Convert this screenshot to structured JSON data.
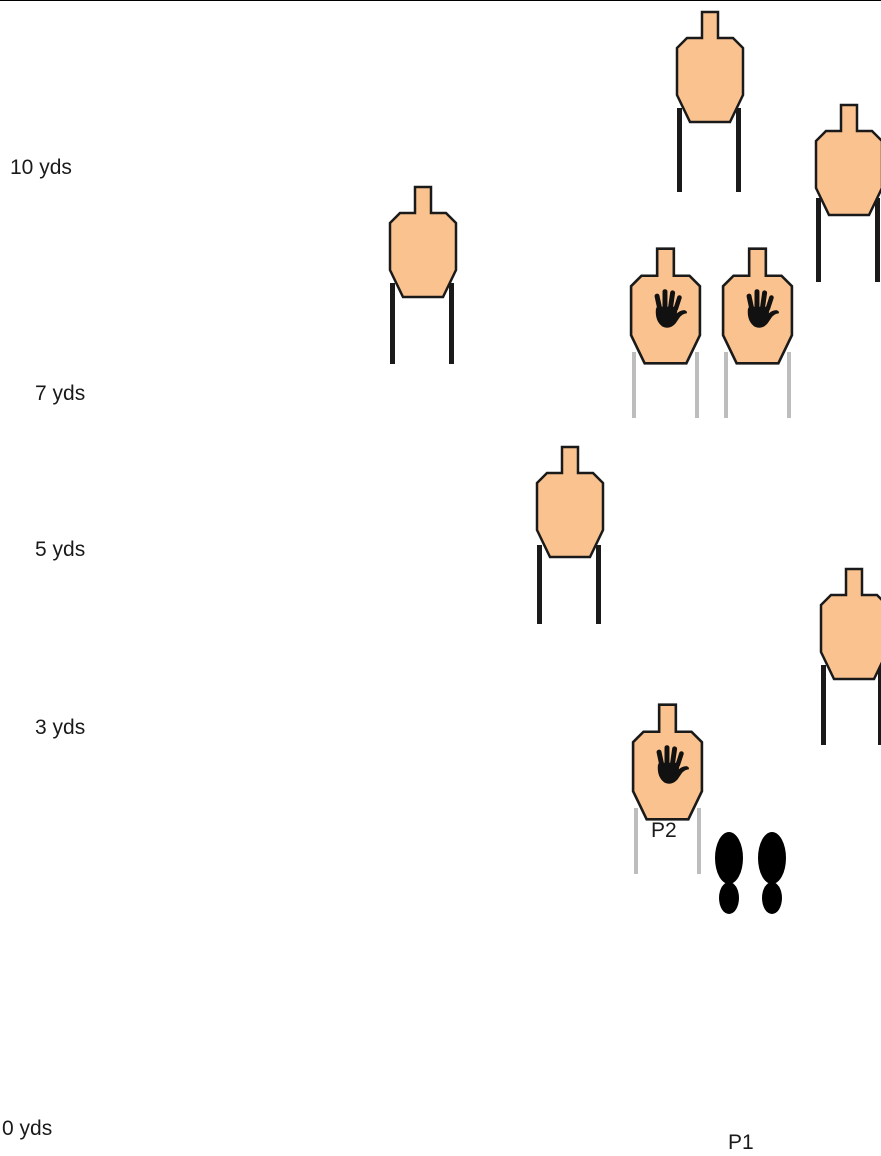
{
  "distance_labels": {
    "ten": "10 yds",
    "seven": "7 yds",
    "five": "5 yds",
    "three": "3 yds",
    "zero": "0 yds"
  },
  "position_labels": {
    "p1": "P1",
    "p2": "P2"
  },
  "colors": {
    "target_fill": "#f9c28e",
    "target_stroke": "#1a1a1a",
    "stand_dark": "#1a1a1a",
    "stand_light": "#bdbdbd",
    "no_shoot_hand": "#111111",
    "footprint": "#000000"
  },
  "targets": [
    {
      "id": "shoot-target-1",
      "kind": "shoot"
    },
    {
      "id": "shoot-target-2",
      "kind": "shoot"
    },
    {
      "id": "shoot-target-3",
      "kind": "shoot"
    },
    {
      "id": "no-shoot-target-1",
      "kind": "no-shoot"
    },
    {
      "id": "no-shoot-target-2",
      "kind": "no-shoot"
    },
    {
      "id": "shoot-target-4",
      "kind": "shoot"
    },
    {
      "id": "shoot-target-5",
      "kind": "shoot"
    },
    {
      "id": "no-shoot-target-3",
      "kind": "no-shoot"
    }
  ],
  "icons": {
    "no_shoot": "hand-icon",
    "shooter_position": "footprints-icon"
  }
}
